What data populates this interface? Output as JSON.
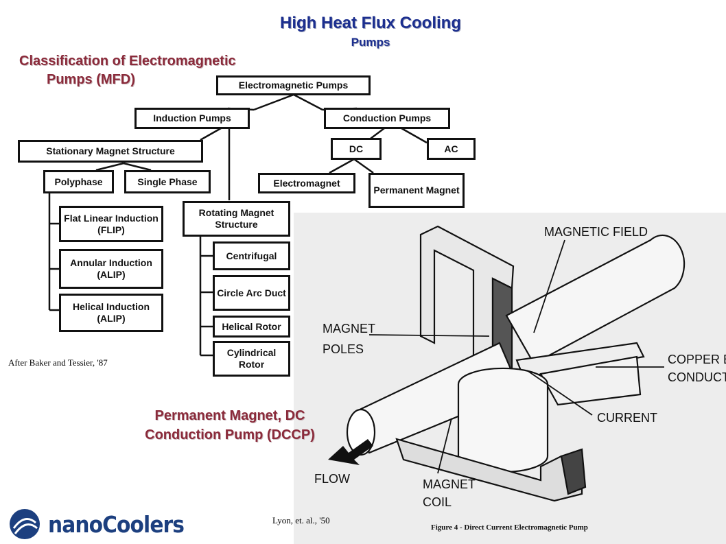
{
  "header": {
    "title": "High Heat Flux Cooling",
    "subtitle": "Pumps"
  },
  "classification": {
    "line1": "Classification of Electromagnetic",
    "line2": "Pumps (MFD)"
  },
  "tree": {
    "root": "Electromagnetic Pumps",
    "induction": "Induction Pumps",
    "conduction": "Conduction Pumps",
    "stationary": "Stationary Magnet Structure",
    "dc": "DC",
    "ac": "AC",
    "polyphase": "Polyphase",
    "single_phase": "Single Phase",
    "electromagnet": "Electromagnet",
    "permanent_magnet": "Permanent Magnet",
    "flip": "Flat Linear Induction (FLIP)",
    "alip1": "Annular Induction (ALIP)",
    "alip2": "Helical Induction (ALIP)",
    "rotating": "Rotating Magnet Structure",
    "centrifugal": "Centrifugal",
    "circle_arc": "Circle Arc Duct",
    "helical_rotor": "Helical Rotor",
    "cylindrical_rotor": "Cylindrical Rotor"
  },
  "credits": {
    "baker": "After Baker and Tessier, '87",
    "lyon": "Lyon, et. al., '50"
  },
  "dccp": {
    "line1": "Permanent Magnet, DC",
    "line2": "Conduction Pump (DCCP)"
  },
  "figure": {
    "magnetic_field": "MAGNETIC FIELD",
    "magnet_poles_1": "MAGNET",
    "magnet_poles_2": "POLES",
    "copper_1": "COPPER B",
    "copper_2": "CONDUCTO",
    "current": "CURRENT",
    "flow": "FLOW",
    "coil_1": "MAGNET",
    "coil_2": "COIL",
    "caption": "Figure 4 - Direct Current Electromagnetic Pump"
  },
  "logo": {
    "text": "nanoCoolers"
  },
  "colors": {
    "title_blue": "#1c2f8f",
    "heading_maroon": "#8a2a3a",
    "logo_blue": "#1c3f7f"
  }
}
